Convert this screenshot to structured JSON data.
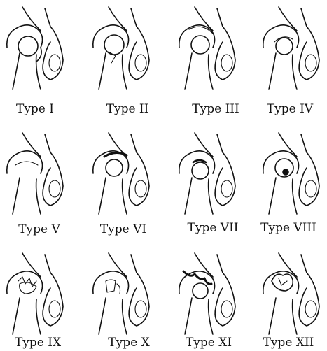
{
  "figure": {
    "panels": [
      {
        "label": "Type I",
        "illustration": "hip-joint-type-1"
      },
      {
        "label": "Type II",
        "illustration": "hip-joint-type-2"
      },
      {
        "label": "Type III",
        "illustration": "hip-joint-type-3"
      },
      {
        "label": "Type IV",
        "illustration": "hip-joint-type-4"
      },
      {
        "label": "Type V",
        "illustration": "hip-joint-type-5"
      },
      {
        "label": "Type VI",
        "illustration": "hip-joint-type-6"
      },
      {
        "label": "Type VII",
        "illustration": "hip-joint-type-7"
      },
      {
        "label": "Type VIII",
        "illustration": "hip-joint-type-8"
      },
      {
        "label": "Type IX",
        "illustration": "hip-joint-type-9"
      },
      {
        "label": "Type X",
        "illustration": "hip-joint-type-10"
      },
      {
        "label": "Type XI",
        "illustration": "hip-joint-type-11"
      },
      {
        "label": "Type XII",
        "illustration": "hip-joint-type-12"
      }
    ]
  }
}
